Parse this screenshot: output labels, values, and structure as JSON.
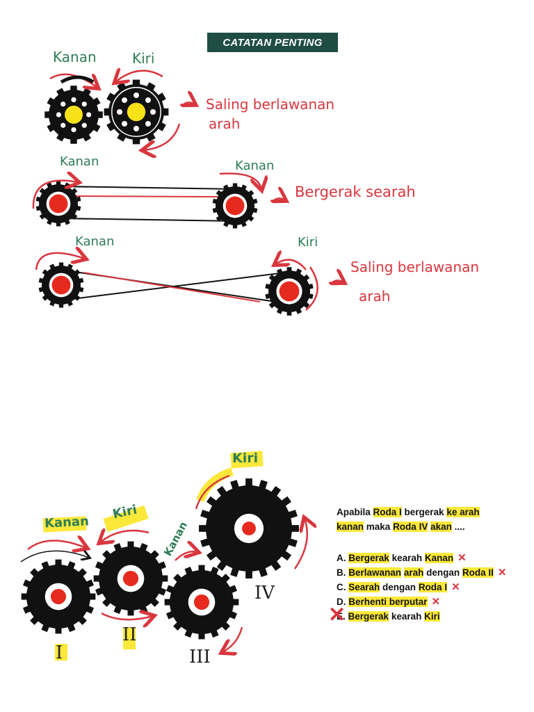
{
  "header": {
    "title": "CATATAN PENTING"
  },
  "notes": {
    "row1": {
      "left_label": "Kanan",
      "right_label": "Kiri",
      "result": "Saling berlawanan",
      "result2": "arah"
    },
    "row2": {
      "left_label": "Kanan",
      "right_label": "Kanan",
      "result": "Bergerak searah"
    },
    "row3": {
      "left_label": "Kanan",
      "right_label": "Kiri",
      "result": "Saling berlawanan",
      "result2": "arah"
    }
  },
  "problem": {
    "gear_labels": {
      "I": "I",
      "II": "II",
      "III": "III",
      "IV": "IV"
    },
    "direction_labels": {
      "I": "Kanan",
      "II": "Kiri",
      "III": "Kanan",
      "IV": "Kiri"
    },
    "question": {
      "p1": "Apabila ",
      "h1": "Roda I",
      "p2": " bergerak ",
      "h2": "ke arah",
      "h3": "kanan",
      "p3": " maka ",
      "h4": "Roda IV",
      "p4": " ",
      "h5": "akan",
      "p5": " ...."
    },
    "options": [
      {
        "letter": "A. ",
        "parts": [
          {
            "t": "Bergerak",
            "hl": true
          },
          {
            "t": " kearah ",
            "hl": false
          },
          {
            "t": "Kanan",
            "hl": true
          }
        ],
        "wrong": true
      },
      {
        "letter": "B. ",
        "parts": [
          {
            "t": "Berlawanan",
            "hl": true
          },
          {
            "t": " ",
            "hl": false
          },
          {
            "t": "arah",
            "hl": true
          },
          {
            "t": " dengan ",
            "hl": false
          },
          {
            "t": "Roda II",
            "hl": true
          }
        ],
        "wrong": true
      },
      {
        "letter": "C. ",
        "parts": [
          {
            "t": "Searah",
            "hl": true
          },
          {
            "t": " dengan ",
            "hl": false
          },
          {
            "t": "Roda I",
            "hl": true
          }
        ],
        "wrong": true
      },
      {
        "letter": "D. ",
        "parts": [
          {
            "t": "Berhenti berputar",
            "hl": true
          }
        ],
        "wrong": true
      },
      {
        "letter": "E. ",
        "parts": [
          {
            "t": "Bergerak",
            "hl": true
          },
          {
            "t": " kearah ",
            "hl": false
          },
          {
            "t": "Kiri",
            "hl": true
          }
        ],
        "wrong": false,
        "chosen": true
      }
    ],
    "wrong_mark": "✕"
  },
  "colors": {
    "gear": "#111111",
    "accent_red": "#e62a1e",
    "accent_yellow": "#f7e21a",
    "highlight": "#fbe83a",
    "hand_red": "#d9363e",
    "hand_green": "#2e7d57"
  }
}
